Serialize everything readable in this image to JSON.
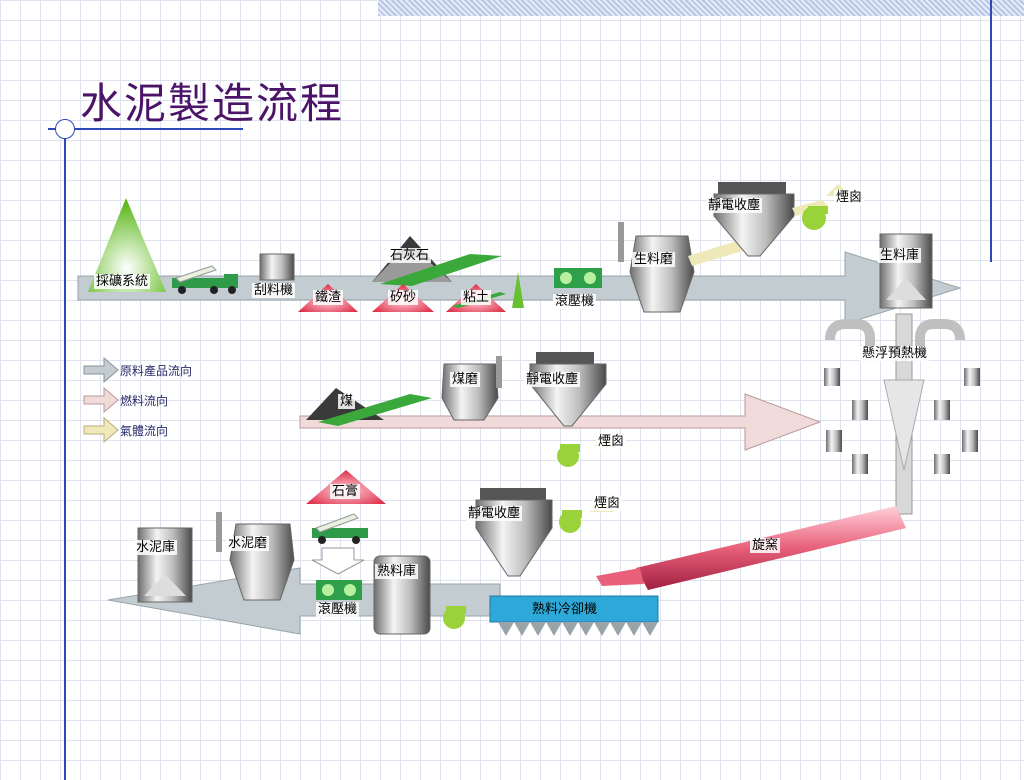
{
  "title": "水泥製造流程",
  "legend": {
    "raw": "原料產品流向",
    "fuel": "燃料流向",
    "gas": "氣體流向"
  },
  "labels": {
    "mining": "採礦系統",
    "scraper": "刮料機",
    "limestone": "石灰石",
    "slag": "鐵渣",
    "silica": "矽砂",
    "clay": "粘土",
    "roller1": "滾壓機",
    "rawmill": "生料磨",
    "esp1": "靜電收塵",
    "chimney1": "煙囪",
    "rawsilo": "生料庫",
    "preheater": "懸浮預熱機",
    "coal": "煤",
    "coalmill": "煤磨",
    "esp2": "靜電收塵",
    "chimney2": "煙囪",
    "gypsum": "石膏",
    "esp3": "靜電收塵",
    "chimney3": "煙囪",
    "kiln": "旋窯",
    "cementsilo": "水泥庫",
    "cementmill": "水泥磨",
    "roller2": "滾壓機",
    "clinkersilo": "熟料庫",
    "cooler": "熟料冷卻機"
  },
  "colors": {
    "title": "#4b1468",
    "raw_arrow": "#b8c4c8",
    "fuel_arrow": "#f2d8d8",
    "gas_arrow": "#efe8b8",
    "kiln": "#e8607a",
    "cooler": "#2ea8d8",
    "pile_red": "#e0203a",
    "pile_green": "#6cc01c"
  }
}
